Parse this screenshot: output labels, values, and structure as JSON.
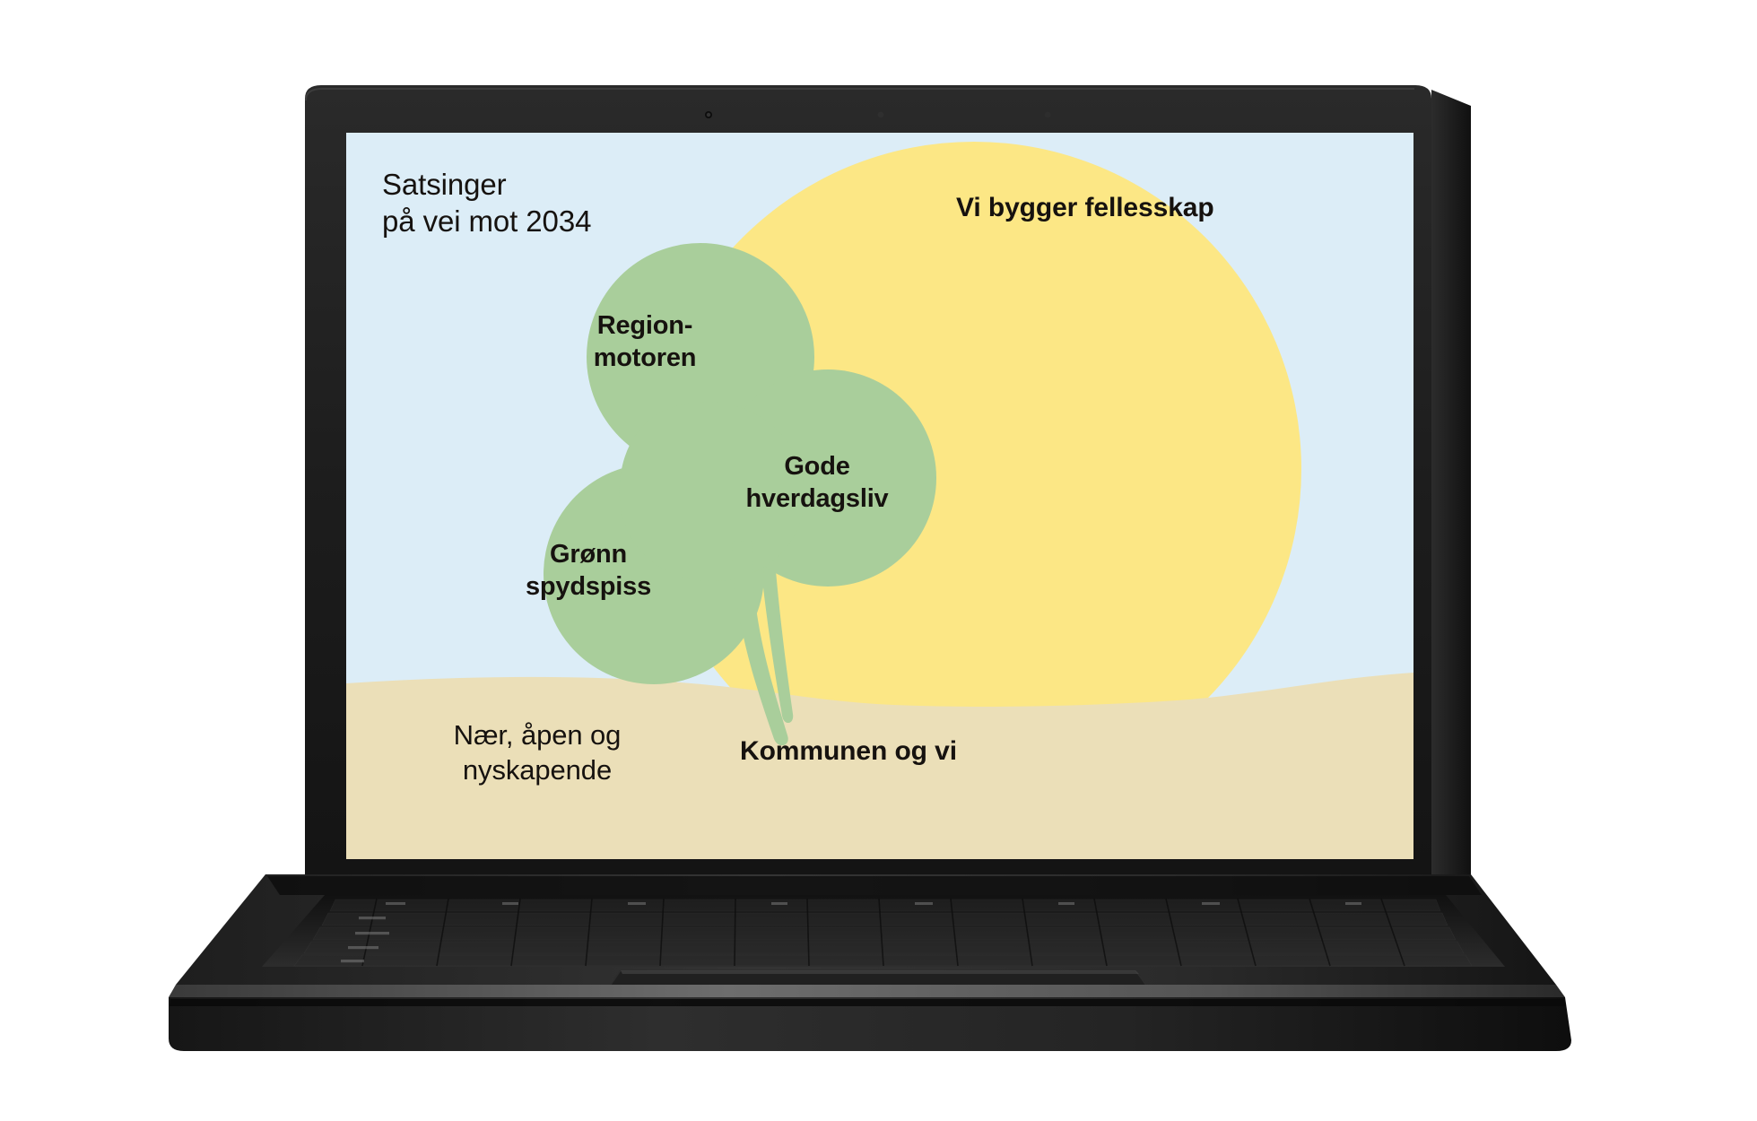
{
  "device": {
    "type": "laptop",
    "bezel_color": "#1b1b1b",
    "body_color": "#262626",
    "sensor_dots": 3
  },
  "slide": {
    "title": "Satsinger\npå vei mot 2034",
    "background_sky_color": "#dcedf7",
    "background_ground_color": "#ebdfb8",
    "sun_color": "#fce785",
    "clover_color": "#a9ce9b",
    "text_color": "#16120f",
    "taglines": [
      {
        "id": "fellesskap",
        "text": "Vi bygger fellesskap",
        "weight": "bold",
        "position": "top-right"
      },
      {
        "id": "naer",
        "text": "Nær, åpen og\nnyskapende",
        "weight": "regular",
        "position": "bottom-left"
      },
      {
        "id": "kommunen",
        "text": "Kommunen og vi",
        "weight": "bold",
        "position": "bottom-center"
      }
    ],
    "clover": {
      "leaves": [
        {
          "id": "region",
          "label": "Region-\nmotoren",
          "position": "upper-left"
        },
        {
          "id": "hverdagsliv",
          "label": "Gode\nhverdagsliv",
          "position": "right"
        },
        {
          "id": "spydspiss",
          "label": "Grønn\nspydspiss",
          "position": "lower-left"
        }
      ],
      "stem": "curved"
    }
  }
}
